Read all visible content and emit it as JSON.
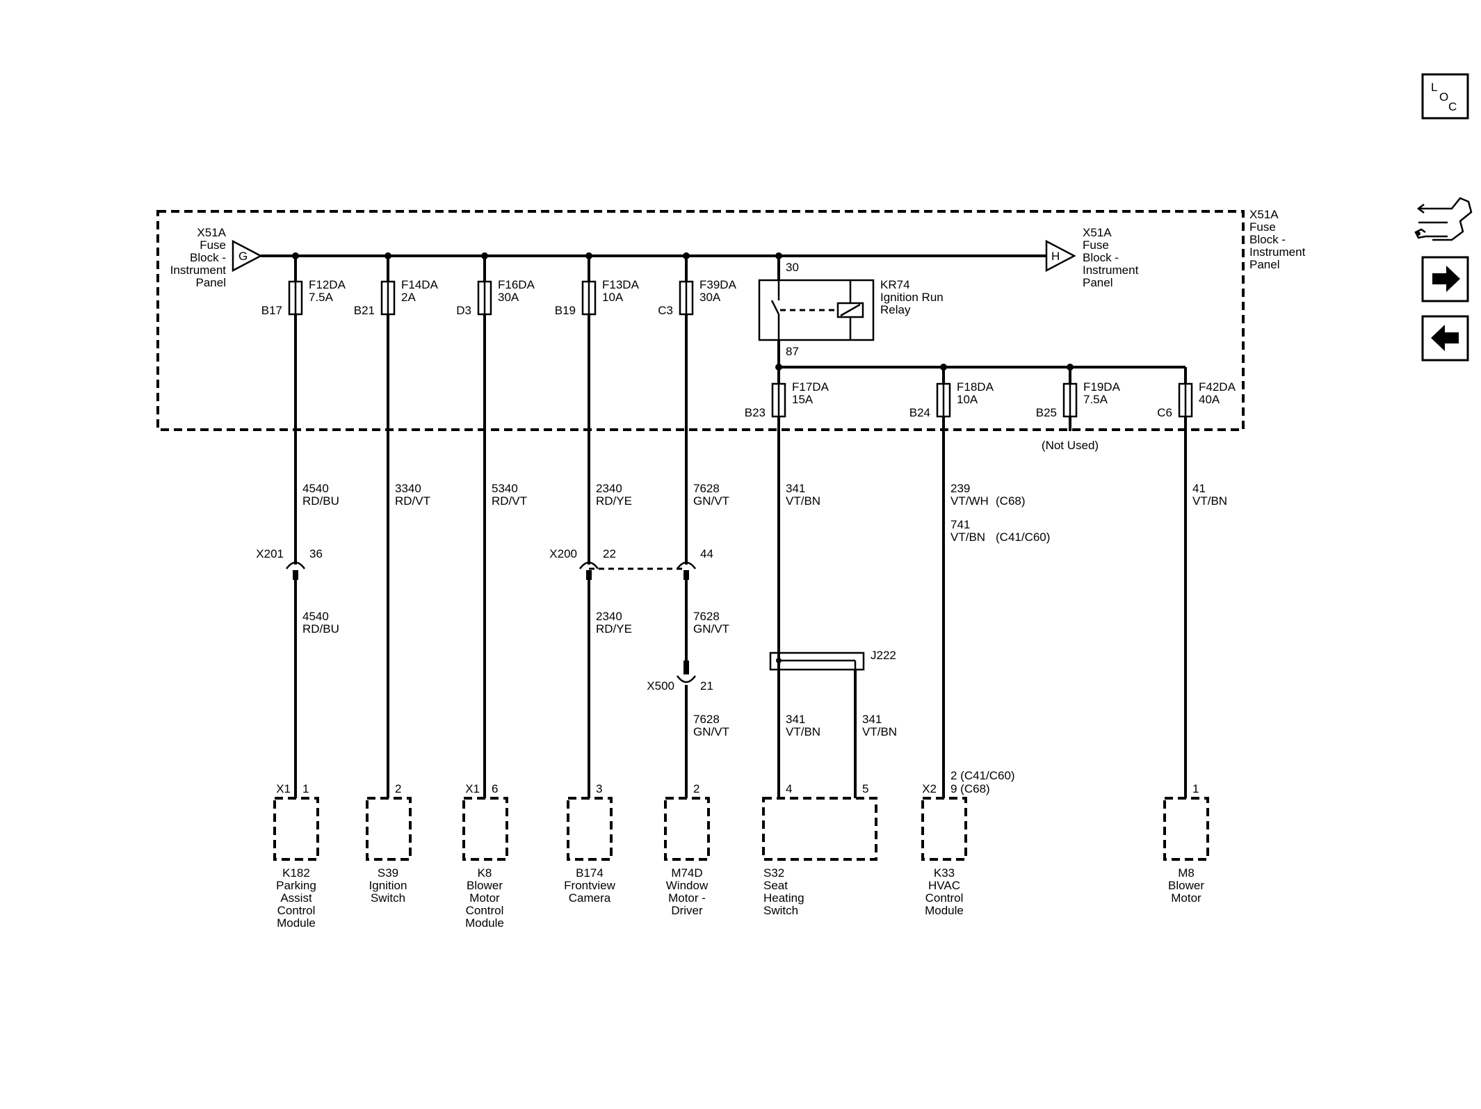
{
  "fuse_block": {
    "left_ref": "X51A",
    "left_lines": [
      "Fuse",
      "Block -",
      "Instrument",
      "Panel"
    ],
    "left_connector": "G",
    "right_ref": "X51A",
    "right_lines": [
      "Fuse",
      "Block -",
      "Instrument",
      "Panel"
    ],
    "right_connector": "H",
    "outer_ref": "X51A",
    "outer_lines": [
      "Fuse",
      "Block -",
      "Instrument",
      "Panel"
    ]
  },
  "fuses_top": [
    {
      "name": "F12DA",
      "rating": "7.5A",
      "cavity": "B17"
    },
    {
      "name": "F14DA",
      "rating": "2A",
      "cavity": "B21"
    },
    {
      "name": "F16DA",
      "rating": "30A",
      "cavity": "D3"
    },
    {
      "name": "F13DA",
      "rating": "10A",
      "cavity": "B19"
    },
    {
      "name": "F39DA",
      "rating": "30A",
      "cavity": "C3"
    }
  ],
  "relay": {
    "ref": "KR74",
    "lines": [
      "Ignition Run",
      "Relay"
    ],
    "pin_in": "30",
    "pin_out": "87"
  },
  "fuses_bottom": [
    {
      "name": "F17DA",
      "rating": "15A",
      "cavity": "B23"
    },
    {
      "name": "F18DA",
      "rating": "10A",
      "cavity": "B24"
    },
    {
      "name": "F19DA",
      "rating": "7.5A",
      "cavity": "B25"
    },
    {
      "name": "F42DA",
      "rating": "40A",
      "cavity": "C6"
    }
  ],
  "not_used": "(Not Used)",
  "wires": [
    {
      "circuit": "4540",
      "color": "RD/BU"
    },
    {
      "circuit": "3340",
      "color": "RD/VT"
    },
    {
      "circuit": "5340",
      "color": "RD/VT"
    },
    {
      "circuit": "2340",
      "color": "RD/YE"
    },
    {
      "circuit": "7628",
      "color": "GN/VT"
    },
    {
      "circuit": "341",
      "color": "VT/BN"
    },
    {
      "circuit": "239",
      "color": "VT/WH",
      "option": "(C68)"
    },
    {
      "circuit": "741",
      "color": "VT/BN",
      "option": "(C41/C60)"
    },
    {
      "circuit": "41",
      "color": "VT/BN"
    }
  ],
  "inline_connectors": {
    "x201": {
      "ref": "X201",
      "pin": "36"
    },
    "x200": {
      "ref": "X200",
      "pin_a": "22",
      "pin_b": "44"
    },
    "x500": {
      "ref": "X500",
      "pin": "21"
    },
    "splice": "J222"
  },
  "lower_wires": {
    "w1": {
      "circuit": "4540",
      "color": "RD/BU"
    },
    "w4": {
      "circuit": "2340",
      "color": "RD/YE"
    },
    "w5a": {
      "circuit": "7628",
      "color": "GN/VT"
    },
    "w5b": {
      "circuit": "7628",
      "color": "GN/VT"
    },
    "w6a": {
      "circuit": "341",
      "color": "VT/BN"
    },
    "w6b": {
      "circuit": "341",
      "color": "VT/BN"
    }
  },
  "pins": {
    "k182": {
      "conn": "X1",
      "pin": "1"
    },
    "s39": {
      "pin": "2"
    },
    "k8": {
      "conn": "X1",
      "pin": "6"
    },
    "b174": {
      "pin": "3"
    },
    "m74d": {
      "pin": "2"
    },
    "s32_a": {
      "pin": "4"
    },
    "s32_b": {
      "pin": "5"
    },
    "k33": {
      "conn": "X2",
      "pin_a": "2 (C41/C60)",
      "pin_b": "9 (C68)"
    },
    "m8": {
      "pin": "1"
    }
  },
  "components": [
    {
      "ref": "K182",
      "lines": [
        "Parking",
        "Assist",
        "Control",
        "Module"
      ]
    },
    {
      "ref": "S39",
      "lines": [
        "Ignition",
        "Switch"
      ]
    },
    {
      "ref": "K8",
      "lines": [
        "Blower",
        "Motor",
        "Control",
        "Module"
      ]
    },
    {
      "ref": "B174",
      "lines": [
        "Frontview",
        "Camera"
      ]
    },
    {
      "ref": "M74D",
      "lines": [
        "Window",
        "Motor -",
        "Driver"
      ]
    },
    {
      "ref": "S32",
      "lines": [
        "Seat",
        "Heating",
        "Switch"
      ]
    },
    {
      "ref": "K33",
      "lines": [
        "HVAC",
        "Control",
        "Module"
      ]
    },
    {
      "ref": "M8",
      "lines": [
        "Blower",
        "Motor"
      ]
    }
  ],
  "nav": {
    "loc": [
      "L",
      "O",
      "C"
    ],
    "icons": [
      "connector-wrench-icon",
      "arrow-right-icon",
      "arrow-left-icon"
    ]
  }
}
